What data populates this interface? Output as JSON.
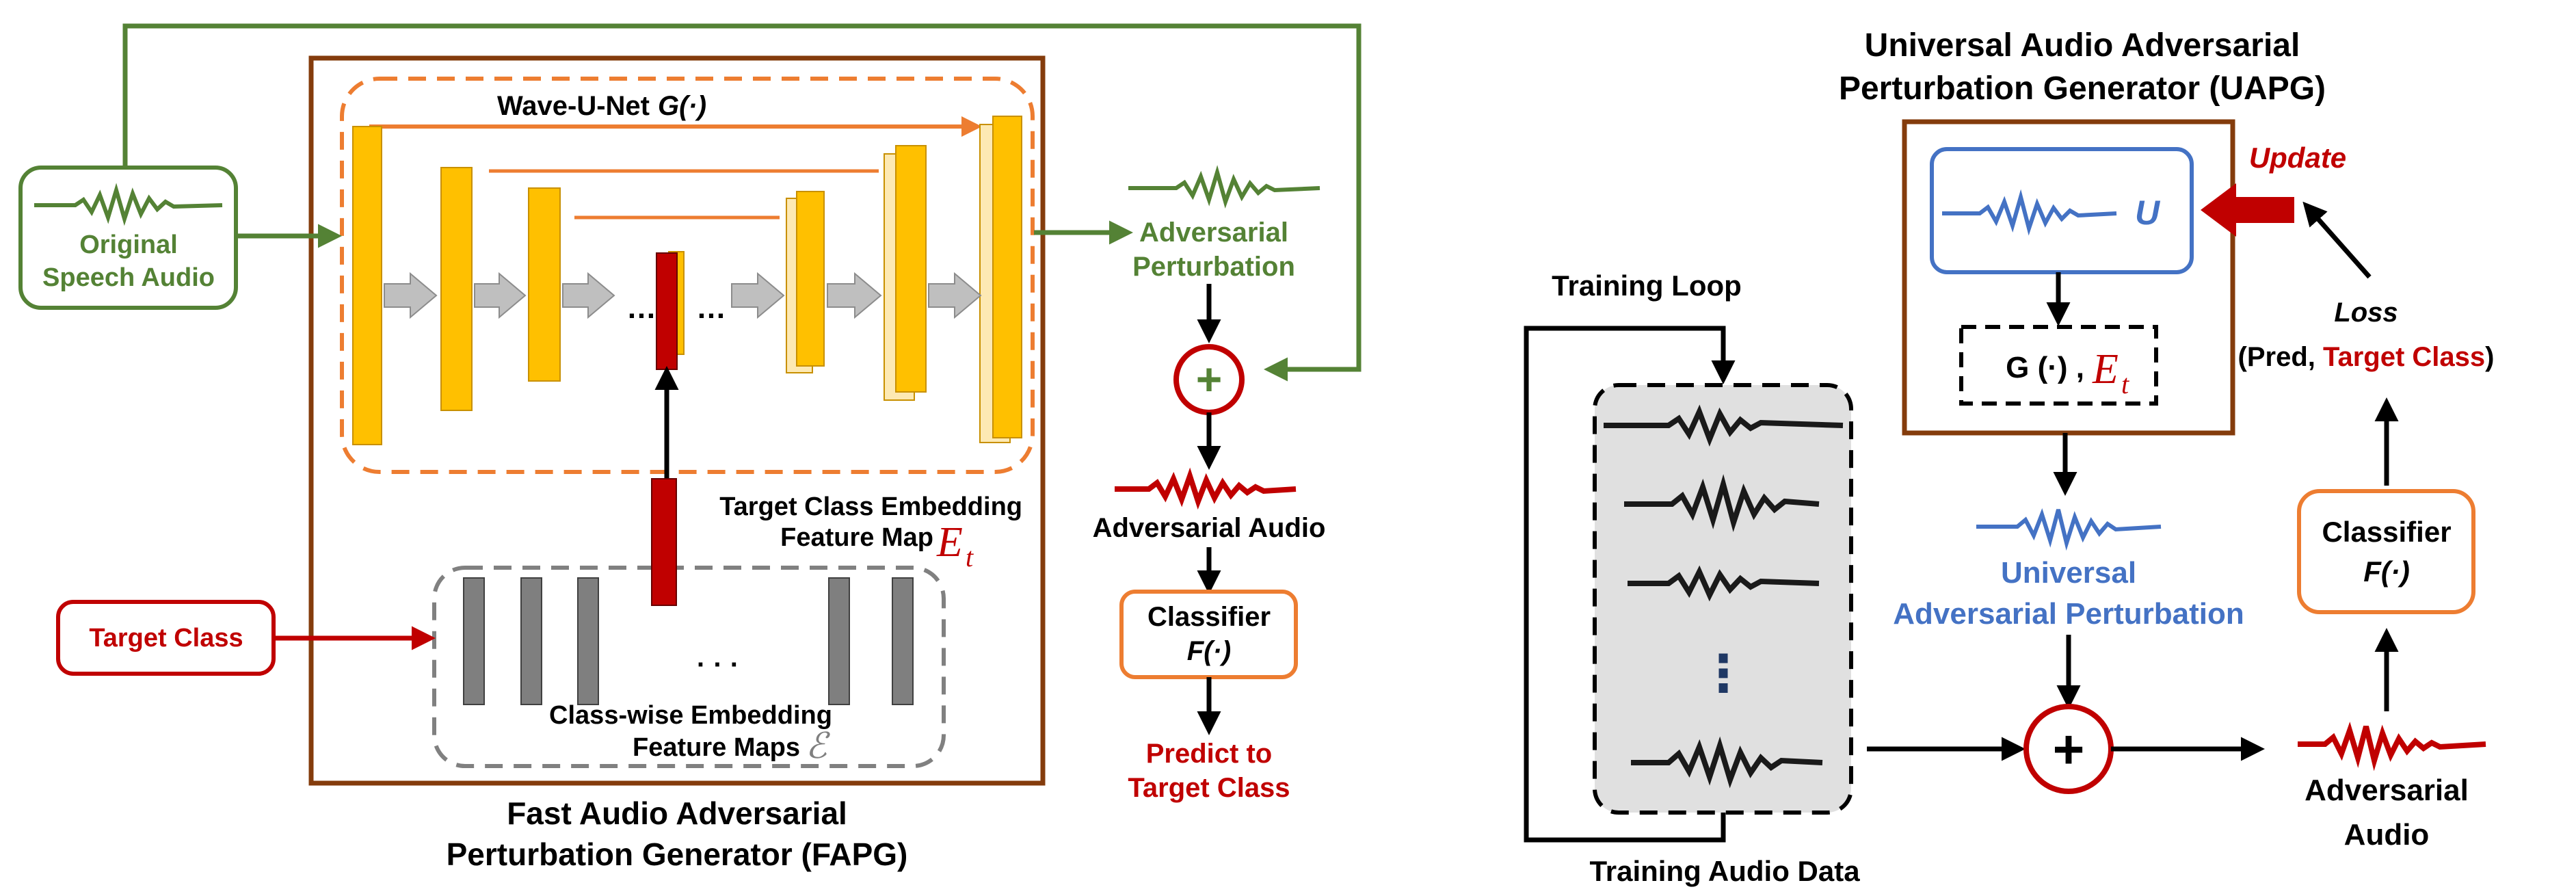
{
  "colors": {
    "green": "#548235",
    "red": "#c00000",
    "darkred": "#b40000",
    "blue": "#4472c4",
    "orange": "#ed7d31",
    "brown": "#843c0c",
    "yellow": "#ffc000",
    "gray": "#808080",
    "black": "#000000"
  },
  "fapg": {
    "original_audio_line1": "Original",
    "original_audio_line2": "Speech Audio",
    "wave_u_net_label": "Wave-U-Net",
    "wave_u_net_fn": "G(·)",
    "target_class": "Target Class",
    "embedding_label_line1": "Target Class Embedding",
    "embedding_label_line2": "Feature Map",
    "embedding_symbol": "E",
    "embedding_subscript": "t",
    "classwise_line1": "Class-wise Embedding",
    "classwise_line2": "Feature Maps",
    "classwise_symbol": "ℰ",
    "ellipsis_h": "…",
    "ellipsis_dots": "· · ·",
    "title_line1": "Fast Audio Adversarial",
    "title_line2": "Perturbation Generator (FAPG)",
    "adv_pert_line1": "Adversarial",
    "adv_pert_line2": "Perturbation",
    "plus": "+",
    "adv_audio": "Adversarial Audio",
    "classifier_line1": "Classifier",
    "classifier_fn": "F(·)",
    "predict_line1": "Predict to",
    "predict_line2": "Target Class"
  },
  "uapg": {
    "title_line1": "Universal Audio Adversarial",
    "title_line2": "Perturbation Generator (UAPG)",
    "u_symbol": "U",
    "update": "Update",
    "generator_fn": "G (·) ,",
    "generator_symbol": "E",
    "generator_subscript": "t",
    "loss": "Loss",
    "loss_pred": "(Pred,",
    "loss_target": "Target Class",
    "loss_close": ")",
    "training_loop": "Training Loop",
    "training_audio": "Training Audio Data",
    "vertical_dots": "⋮",
    "uap_line1": "Universal",
    "uap_line2": "Adversarial Perturbation",
    "plus": "+",
    "classifier_line1": "Classifier",
    "classifier_fn": "F(·)",
    "adv_audio_line1": "Adversarial",
    "adv_audio_line2": "Audio"
  }
}
